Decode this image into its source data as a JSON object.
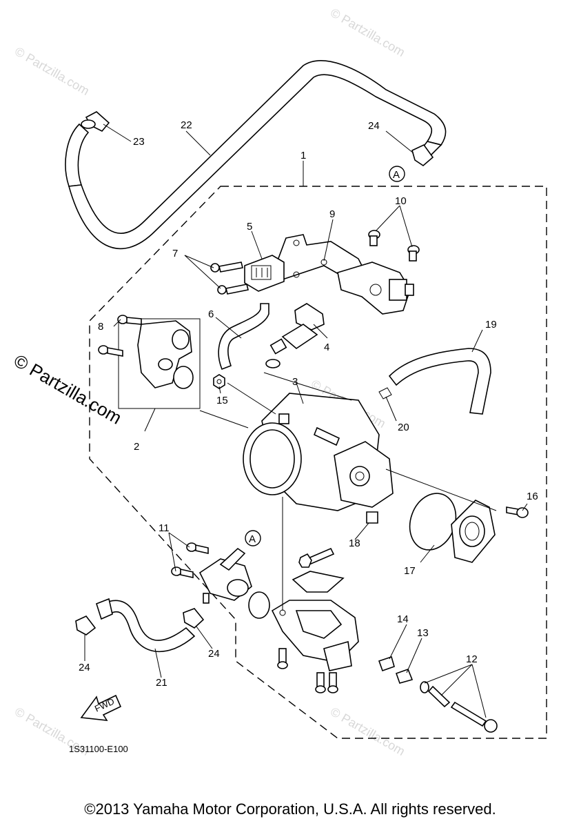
{
  "watermark": {
    "small": "© Partzilla.com",
    "large": "© Partzilla.com"
  },
  "callouts": {
    "c1": "1",
    "c2": "2",
    "c3": "3",
    "c4": "4",
    "c5": "5",
    "c6": "6",
    "c7": "7",
    "c8": "8",
    "c9": "9",
    "c10": "10",
    "c11": "11",
    "c12": "12",
    "c13": "13",
    "c14": "14",
    "c15": "15",
    "c16": "16",
    "c17": "17",
    "c18": "18",
    "c19": "19",
    "c20": "20",
    "c21": "21",
    "c22": "22",
    "c23": "23",
    "c24a": "24",
    "c24b": "24",
    "c24c": "24"
  },
  "reference_marks": {
    "a_top": "A",
    "a_mid": "A"
  },
  "fwd_label": "FWD",
  "diagram_code": "1S31100-E100",
  "copyright": "©2013 Yamaha Motor Corporation, U.S.A. All rights reserved."
}
